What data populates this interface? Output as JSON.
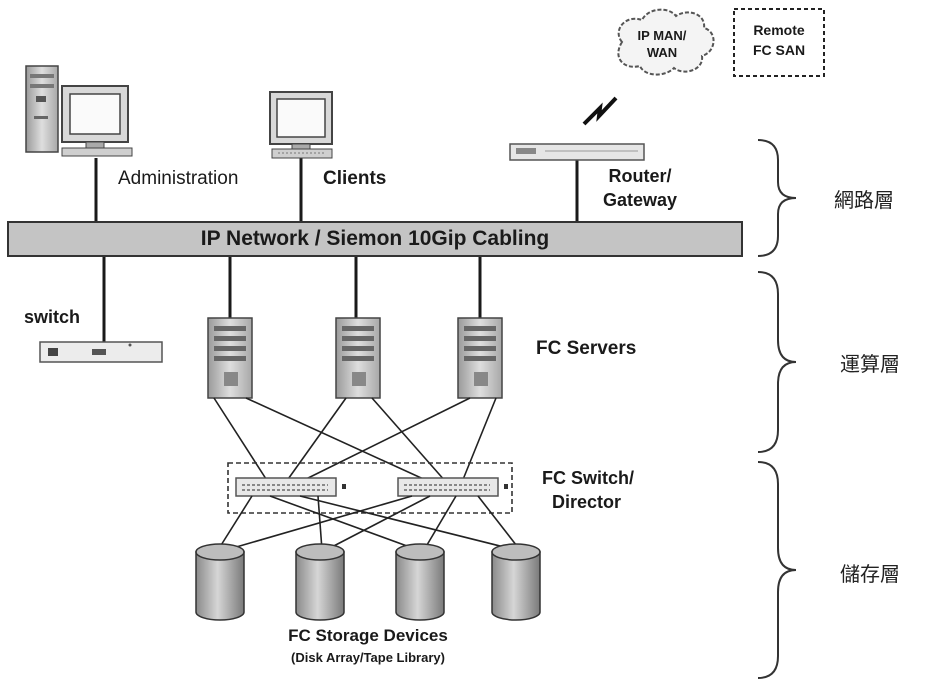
{
  "network_bar": {
    "label": "IP Network / Siemon 10Gip Cabling"
  },
  "top": {
    "administration": "Administration",
    "clients": "Clients",
    "router": [
      "Router/",
      "Gateway"
    ],
    "cloud": [
      "IP MAN/",
      "WAN"
    ],
    "remote_san": [
      "Remote",
      "FC  SAN"
    ]
  },
  "switch_label": "switch",
  "servers_label": "FC  Servers",
  "fc_switch_label": [
    "FC Switch/",
    "Director"
  ],
  "storage": {
    "title": "FC Storage Devices",
    "subtitle": "(Disk Array/Tape Library)"
  },
  "layers": {
    "network": "網路層",
    "compute": "運算層",
    "storage": "儲存層"
  }
}
